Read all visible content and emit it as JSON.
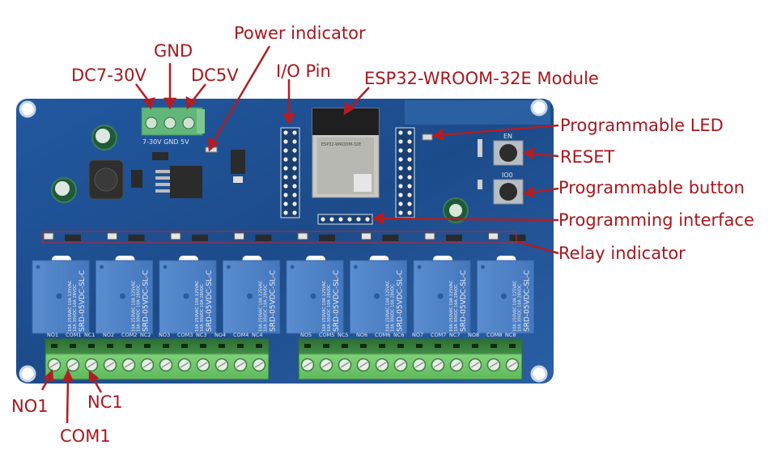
{
  "title": "ESP32 8-channel relay board annotated diagram",
  "colors": {
    "annotation": "#a5181e",
    "pcb": "#1d4d8c",
    "relay": "#4c7fc4",
    "terminal": "#6cc268"
  },
  "annotations": {
    "dc7_30v": "DC7-30V",
    "gnd": "GND",
    "dc5v": "DC5V",
    "power_indicator": "Power indicator",
    "io_pin": "I/O Pin",
    "esp32_module": "ESP32-WROOM-32E Module",
    "programmable_led": "Programmable LED",
    "reset": "RESET",
    "programmable_button": "Programmable button",
    "programming_interface": "Programming interface",
    "relay_indicator": "Relay indicator",
    "no1": "NO1",
    "com1": "COM1",
    "nc1": "NC1"
  },
  "board": {
    "power_terminal_silk": [
      "7-30V",
      "GND",
      "5V"
    ],
    "module_silk": "ESP32-WROOM-32E",
    "button_en": "EN",
    "button_io0": "IO0",
    "relay_model": "SRD-05VDC-SL-C",
    "relay_rating_1": "10A 250VAC 10A 125VAC",
    "relay_rating_2": "10A 30VDC 10A 28VDC",
    "relay_count": 8,
    "terminal_labels_left": [
      "NO1",
      "COM1",
      "NC1",
      "NO2",
      "COM2",
      "NC2",
      "NO3",
      "COM3",
      "NC3",
      "NO4",
      "COM4",
      "NC4"
    ],
    "terminal_labels_right": [
      "NO5",
      "COM5",
      "NC5",
      "NO6",
      "COM6",
      "NC6",
      "NO7",
      "COM7",
      "NC7",
      "NO8",
      "COM8",
      "NC8"
    ]
  }
}
